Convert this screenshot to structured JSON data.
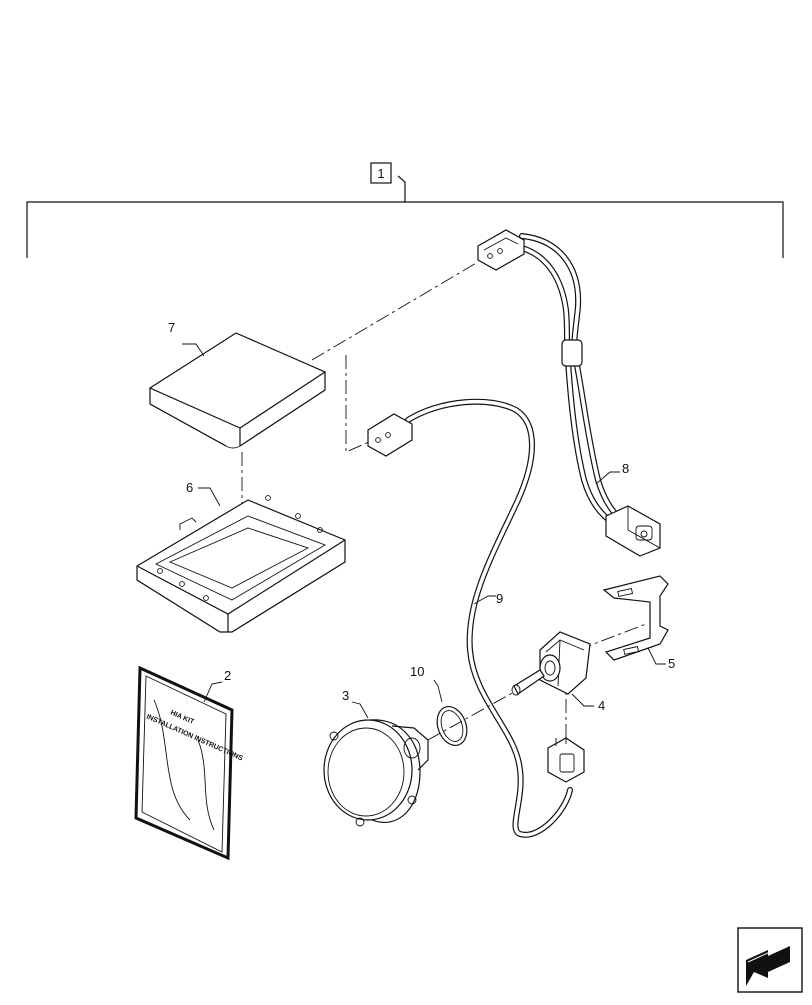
{
  "diagram": {
    "callouts": [
      {
        "id": "kit",
        "label": "1"
      },
      {
        "id": "manual",
        "label": "2"
      },
      {
        "id": "lamp",
        "label": "3"
      },
      {
        "id": "bulb",
        "label": "4"
      },
      {
        "id": "bracket",
        "label": "5"
      },
      {
        "id": "base",
        "label": "6"
      },
      {
        "id": "ballast",
        "label": "7"
      },
      {
        "id": "harness-8",
        "label": "8"
      },
      {
        "id": "harness-9",
        "label": "9"
      },
      {
        "id": "o-ring",
        "label": "10"
      }
    ],
    "manual_cover": {
      "title": "HIA KIT",
      "subtitle": "INSTALLATION INSTRUCTIONS"
    },
    "nav_icon": "next-page-arrow-icon"
  }
}
